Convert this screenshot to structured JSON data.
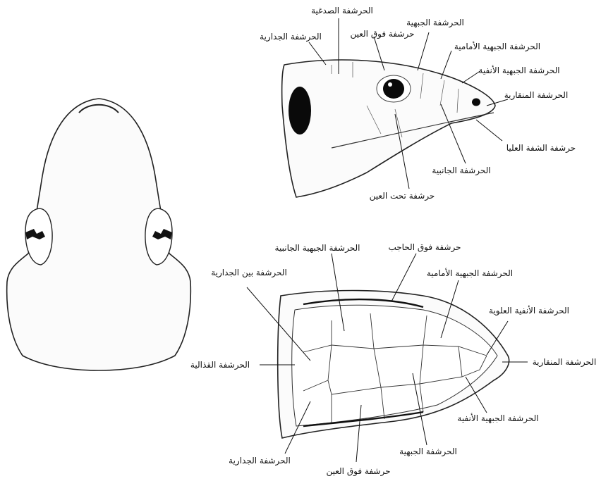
{
  "side_view": {
    "labels": {
      "temporal": "الحرشفة الصدغية",
      "frontal": "الحرشفة الجبهية",
      "parietal": "الحرشفة الجدارية",
      "supraocular": "حرشفة فوق العين",
      "prefrontal": "الحرشفة الجبهية الأمامية",
      "frontonasal": "الحرشفة الجبهية الأنفية",
      "rostral": "الحرشفة المنقارية",
      "supralabial": "حرشفة الشفة العليا",
      "loreal": "الحرشفة الجانبية",
      "subocular": "حرشفة تحت العين"
    }
  },
  "top_view": {
    "labels": {
      "lateral_frontal": "الحرشفة الجبهية الجانبية",
      "supraciliary": "حرشفة فوق الحاجب",
      "interparietal": "الحرشفة بين الجدارية",
      "prefrontal": "الحرشفة الجبهية الأمامية",
      "supranasal": "الحرشفة الأنفية العلوية",
      "occipital": "الحرشفة القذالية",
      "rostral": "الحرشفة المنقارية",
      "frontonasal": "الحرشفة الجبهية الأنفية",
      "frontal": "الحرشفة الجبهية",
      "parietal": "الحرشفة الجدارية",
      "supraocular": "حرشفة فوق العين"
    }
  }
}
